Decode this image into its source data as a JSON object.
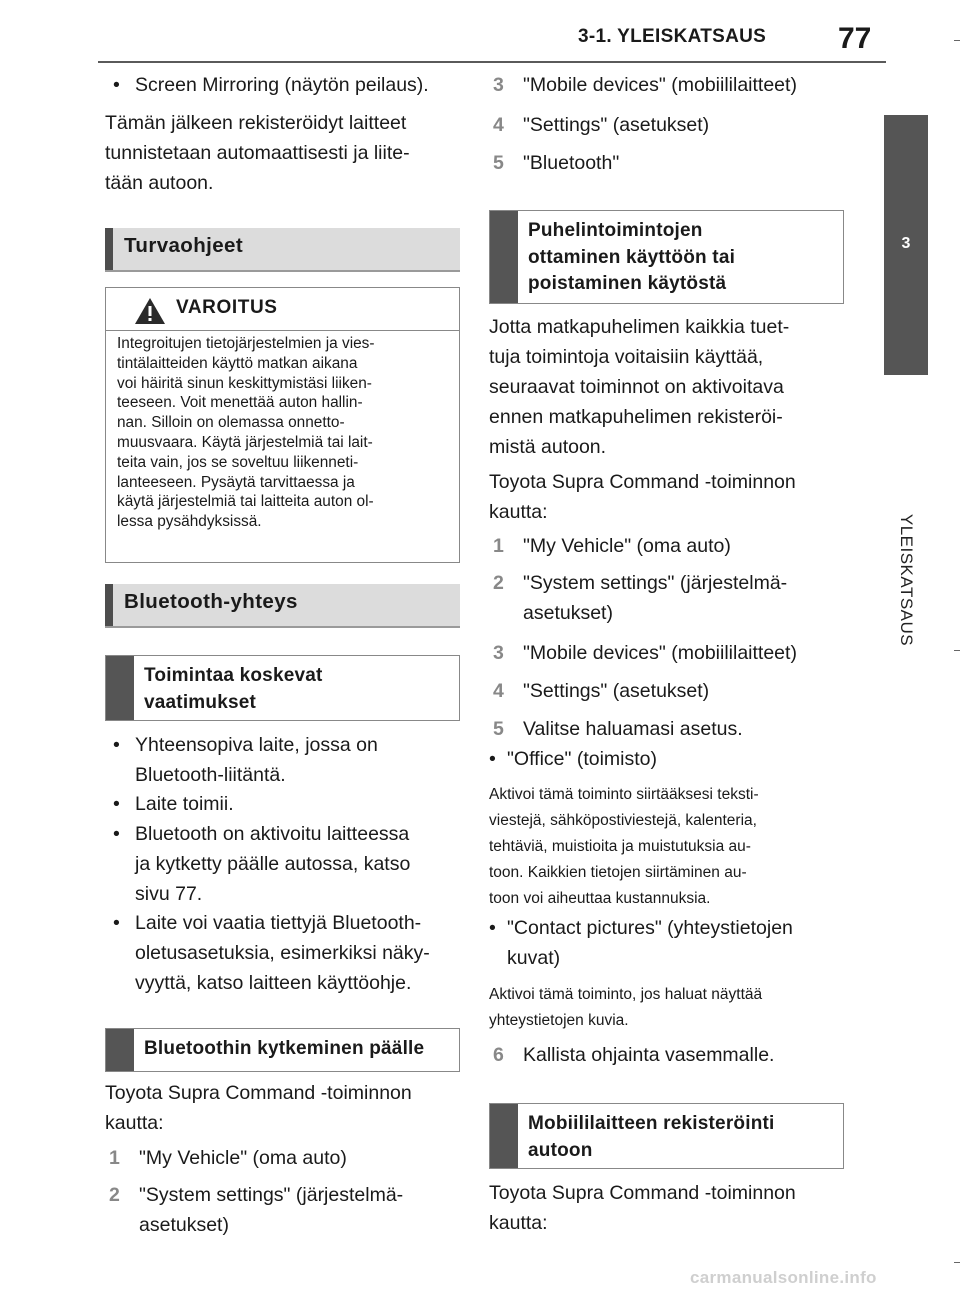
{
  "header": {
    "section": "3-1. YLEISKATSAUS",
    "page_number": "77"
  },
  "side_tab": {
    "number": "3",
    "label": "YLEISKATSAUS"
  },
  "left": {
    "bullet_screen_mirroring": "Screen Mirroring (näytön peilaus).",
    "intro_lines": [
      "Tämän jälkeen rekisteröidyt laitteet",
      "tunnistetaan automaattisesti ja liite-",
      "tään autoon."
    ],
    "section_safety": "Turvaohjeet",
    "warning": {
      "title": "VAROITUS",
      "lines": [
        "Integroitujen tietojärjestelmien ja vies-",
        "tintälaitteiden käyttö matkan aikana",
        "voi häiritä sinun keskittymistäsi liiken-",
        "teeseen. Voit menettää auton hallin-",
        "nan. Silloin on olemassa onnetto-",
        "muusvaara. Käytä järjestelmiä tai lait-",
        "teita vain, jos se soveltuu liikenneti-",
        "lanteeseen. Pysäytä tarvittaessa ja",
        "käytä järjestelmiä tai laitteita auton ol-",
        "lessa pysähdyksissä."
      ]
    },
    "section_bluetooth": "Bluetooth-yhteys",
    "sub_requirements": [
      "Toimintaa koskevat",
      "vaatimukset"
    ],
    "requirements": [
      [
        "Yhteensopiva laite, jossa on",
        "Bluetooth-liitäntä."
      ],
      [
        "Laite toimii."
      ],
      [
        "Bluetooth on aktivoitu laitteessa",
        "ja kytketty päälle autossa, katso",
        "sivu 77."
      ],
      [
        "Laite voi vaatia tiettyjä Bluetooth-",
        "oletusasetuksia, esimerkiksi näky-",
        "vyyttä, katso laitteen käyttöohje."
      ]
    ],
    "sub_enable": "Bluetoothin kytkeminen päälle",
    "via_lines": [
      "Toyota Supra Command -toiminnon",
      "kautta:"
    ],
    "steps": [
      {
        "n": "1",
        "lines": [
          "\"My Vehicle\" (oma auto)"
        ]
      },
      {
        "n": "2",
        "lines": [
          "\"System settings\" (järjestelmä-",
          "asetukset)"
        ]
      }
    ]
  },
  "right": {
    "steps_top": [
      {
        "n": "3",
        "lines": [
          "\"Mobile devices\" (mobiililaitteet)"
        ]
      },
      {
        "n": "4",
        "lines": [
          "\"Settings\" (asetukset)"
        ]
      },
      {
        "n": "5",
        "lines": [
          "\"Bluetooth\""
        ]
      }
    ],
    "sub_phone": [
      "Puhelintoimintojen",
      "ottaminen käyttöön tai",
      "poistaminen käytöstä"
    ],
    "phone_intro": [
      "Jotta matkapuhelimen kaikkia tuet-",
      "tuja toimintoja voitaisiin käyttää,",
      "seuraavat toiminnot on aktivoitava",
      "ennen matkapuhelimen rekisteröi-",
      "mistä autoon."
    ],
    "via_lines": [
      "Toyota Supra Command -toiminnon",
      "kautta:"
    ],
    "steps_mid": [
      {
        "n": "1",
        "lines": [
          "\"My Vehicle\" (oma auto)"
        ]
      },
      {
        "n": "2",
        "lines": [
          "\"System settings\" (järjestelmä-",
          "asetukset)"
        ]
      },
      {
        "n": "3",
        "lines": [
          "\"Mobile devices\" (mobiililaitteet)"
        ]
      },
      {
        "n": "4",
        "lines": [
          "\"Settings\" (asetukset)"
        ]
      },
      {
        "n": "5",
        "lines": [
          "Valitse haluamasi asetus."
        ]
      }
    ],
    "office_bullet": "\"Office\" (toimisto)",
    "office_note": [
      "Aktivoi tämä toiminto siirtääksesi teksti-",
      "viestejä, sähköpostiviestejä, kalenteria,",
      "tehtäviä, muistioita ja muistutuksia au-",
      "toon. Kaikkien tietojen siirtäminen au-",
      "toon voi aiheuttaa kustannuksia."
    ],
    "contact_bullet": [
      "\"Contact pictures\" (yhteystietojen",
      "kuvat)"
    ],
    "contact_note": [
      "Aktivoi tämä toiminto, jos haluat näyttää",
      "yhteystietojen kuvia."
    ],
    "step6": {
      "n": "6",
      "lines": [
        "Kallista ohjainta vasemmalle."
      ]
    },
    "sub_register": [
      "Mobiililaitteen rekisteröinti",
      "autoon"
    ],
    "via_lines_bottom": [
      "Toyota Supra Command -toiminnon",
      "kautta:"
    ]
  },
  "footer": "carmanualsonline.info"
}
